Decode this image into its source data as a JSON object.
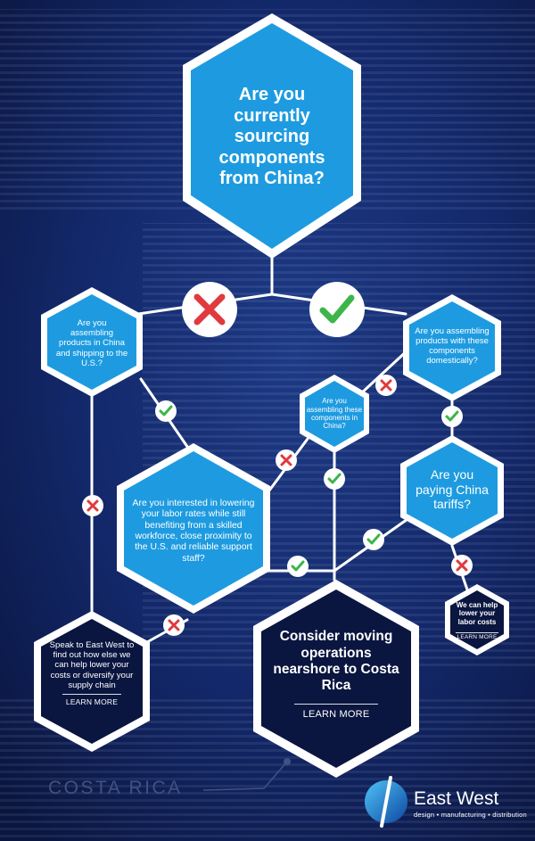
{
  "main_question": "Are you currently sourcing components from China?",
  "no_label": "no",
  "yes_label": "yes",
  "q_assembling_china": "Are you assembling products in China and shipping to the U.S.?",
  "q_assembling_domestic": "Are you assembling products with these components domestically?",
  "q_assembling_these": "Are you assembling these components in China?",
  "q_tariffs": "Are you paying China tariffs?",
  "q_labor": "Are you interested in lowering your labor rates while still benefiting from a skilled workforce, close proximity to the U.S. and reliable support staff?",
  "result_costs": "We can help lower your labor costs",
  "result_speak": "Speak to East West to find out how else we can help lower your costs or diversify your supply chain",
  "result_nearshore": "Consider moving operations nearshore to Costa Rica",
  "learn_more": "LEARN MORE",
  "map_label": "COSTA RICA",
  "brand_name": "East West",
  "brand_tagline": "design • manufacturing • distribution",
  "colors": {
    "background": "#0c1a4c",
    "hex_blue": "#1e9be0",
    "hex_navy": "#0a1640",
    "yes_green": "#3cb54a",
    "no_red": "#e03a3e"
  }
}
